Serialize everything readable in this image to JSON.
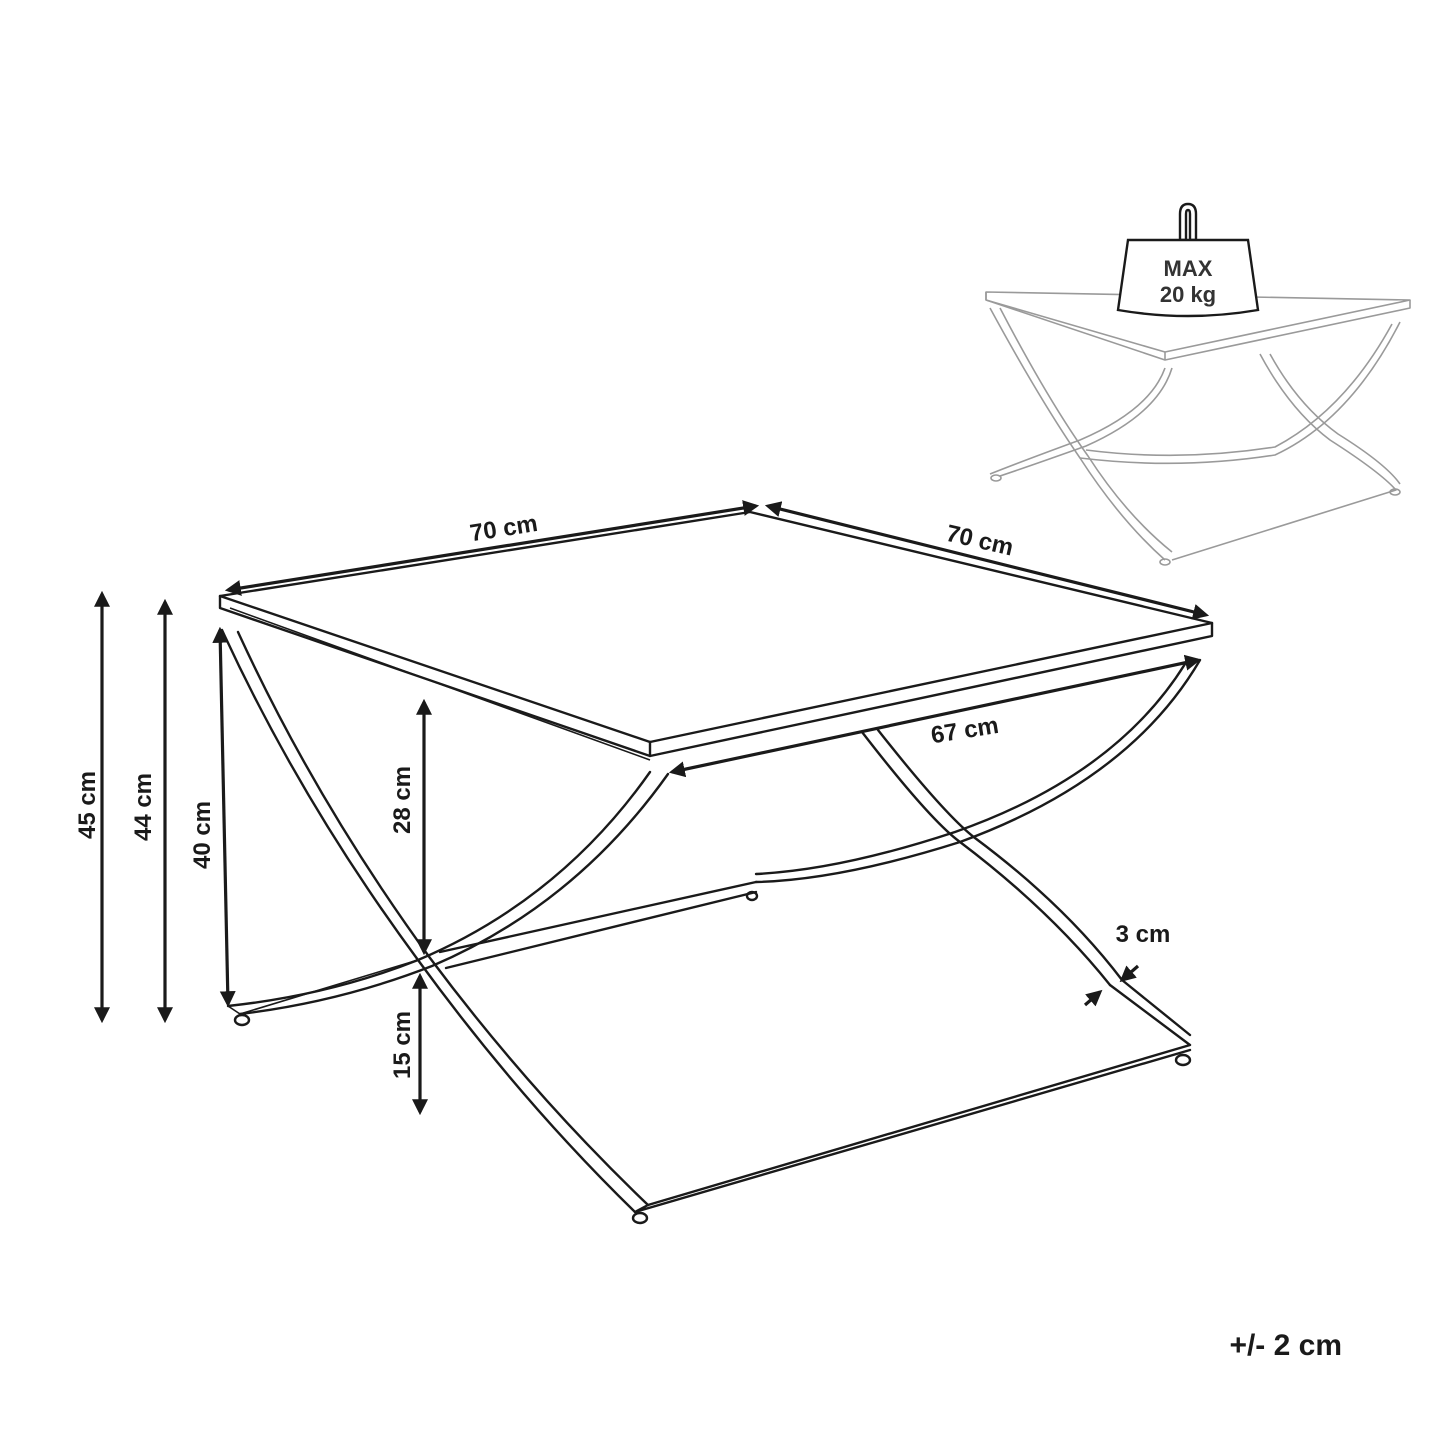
{
  "dimensions": {
    "top_width": "70 cm",
    "top_depth": "70 cm",
    "inner_width": "67 cm",
    "total_height": "45 cm",
    "height_2": "44 cm",
    "height_3": "40 cm",
    "under_top": "28 cm",
    "cross_height": "15 cm",
    "leg_thickness": "3 cm"
  },
  "load": {
    "line1": "MAX",
    "line2": "20 kg"
  },
  "tolerance": "+/- 2 cm"
}
